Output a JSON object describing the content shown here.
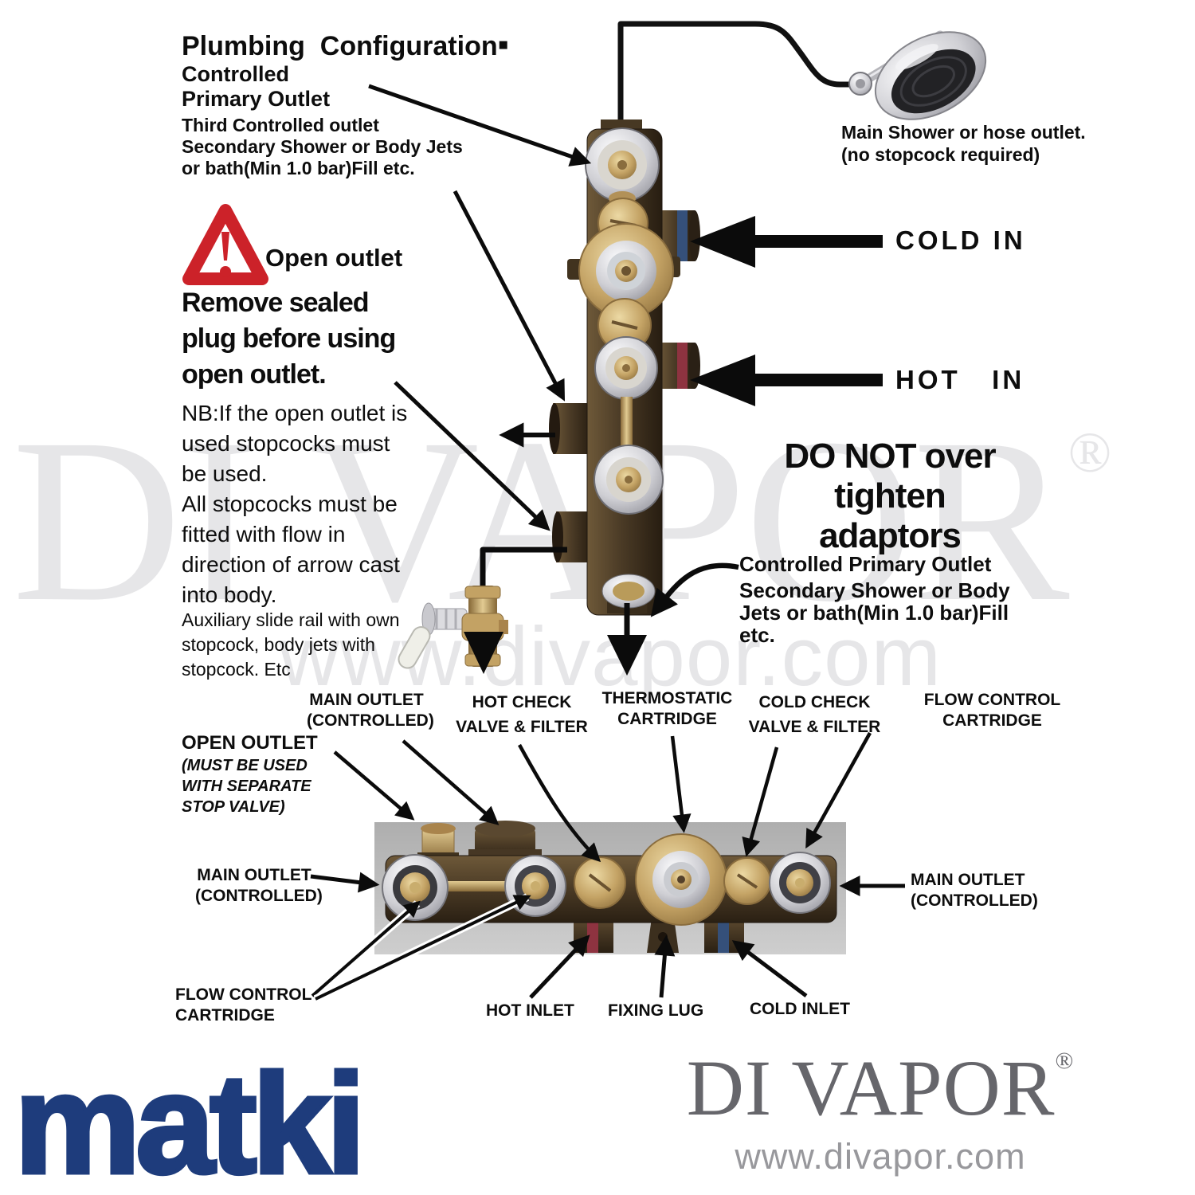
{
  "colors": {
    "warning_red": "#cc2229",
    "matki_blue": "#1e3c7c",
    "divapor_gray": "#66666b",
    "divapor_light_gray": "#98989c",
    "watermark_gray": "#e6e6e8",
    "hot_red": "#8e3340",
    "cold_blue": "#35507a",
    "brass": "#c4a365",
    "valve_body_brown": "#4b3b26"
  },
  "title_block": {
    "title": "Plumbing  Configuration",
    "period": "▪",
    "subtitle1": "Controlled",
    "subtitle2": "Primary Outlet",
    "line3": "Third Controlled outlet",
    "line4": "Secondary Shower or Body Jets",
    "line5": "or bath(Min 1.0 bar)Fill etc."
  },
  "open_outlet_warning": {
    "icon": "warning-triangle",
    "label": "Open outlet",
    "heading_lines": [
      "Remove sealed",
      "plug before using",
      "open outlet."
    ],
    "nb_lines": [
      "NB:If the open outlet is",
      "used stopcocks must",
      "be used.",
      "All stopcocks must be",
      "fitted with flow in",
      "direction of arrow cast",
      "into body."
    ],
    "aux_lines": [
      "Auxiliary slide rail with own",
      "stopcock, body jets with",
      "stopcock. Etc"
    ]
  },
  "shower_outlet": {
    "icon": "shower-head",
    "lines": [
      "Main Shower or hose outlet.",
      "(no stopcock required)"
    ]
  },
  "inlet_labels": {
    "cold": "COLD IN",
    "hot": "HOT   IN"
  },
  "caution": {
    "lines": [
      "DO NOT over tighten",
      "adaptors"
    ]
  },
  "primary_outlet_note": {
    "lines": [
      "Controlled Primary Outlet",
      "Secondary Shower or Body",
      "Jets or bath(Min 1.0 bar)Fill",
      "etc."
    ]
  },
  "component_labels": {
    "main_outlet_top": [
      "MAIN OUTLET",
      "(CONTROLLED)"
    ],
    "hot_check": [
      "HOT CHECK",
      "VALVE & FILTER"
    ],
    "thermostatic": [
      "THERMOSTATIC",
      "CARTRIDGE"
    ],
    "cold_check": [
      "COLD CHECK",
      "VALVE & FILTER"
    ],
    "flow_control_top": [
      "FLOW CONTROL",
      "CARTRIDGE"
    ],
    "open_outlet_title": "OPEN OUTLET",
    "open_outlet_sub": [
      "(MUST BE USED",
      "WITH SEPARATE",
      "STOP VALVE)"
    ],
    "main_outlet_left": [
      "MAIN OUTLET",
      "(CONTROLLED)"
    ],
    "main_outlet_right": [
      "MAIN OUTLET",
      "(CONTROLLED)"
    ],
    "flow_control_bottom": [
      "FLOW CONTROL",
      "CARTRIDGE"
    ],
    "hot_inlet": "HOT INLET",
    "fixing_lug": "FIXING LUG",
    "cold_inlet": "COLD INLET"
  },
  "branding": {
    "matki": "matki",
    "divapor": "DI VAPOR",
    "registered": "®",
    "website": "www.divapor.com"
  },
  "watermark": {
    "brand": "DI VAPOR",
    "registered": "®",
    "website": "www.divapor.com"
  }
}
